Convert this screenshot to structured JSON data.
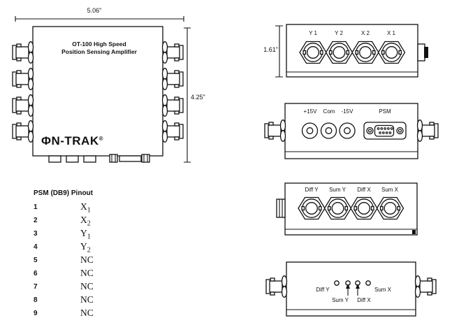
{
  "main_unit": {
    "title_line1": "OT-100 High Speed",
    "title_line2": "Position Sensing Amplifier",
    "logo_text": "ΦN-TRAK",
    "logo_reg": "®",
    "width_dim": "5.06\"",
    "height_dim": "4.25\""
  },
  "panel_inputs": {
    "height_dim": "1.61\"",
    "labels": [
      "Y 1",
      "Y 2",
      "X 2",
      "X 1"
    ]
  },
  "panel_power": {
    "labels": [
      "+15V",
      "Com",
      "-15V",
      "PSM"
    ]
  },
  "panel_outputs": {
    "labels": [
      "Diff Y",
      "Sum Y",
      "Diff X",
      "Sum X"
    ]
  },
  "panel_testpoints": {
    "row1_left": "Diff Y",
    "row1_right": "Sum X",
    "row2_left": "Sum Y",
    "row2_right": "Diff X"
  },
  "pinout": {
    "heading": "PSM (DB9) Pinout",
    "rows": [
      {
        "num": "1",
        "base": "X",
        "sub": "1"
      },
      {
        "num": "2",
        "base": "X",
        "sub": "2"
      },
      {
        "num": "3",
        "base": "Y",
        "sub": "1"
      },
      {
        "num": "4",
        "base": "Y",
        "sub": "2"
      },
      {
        "num": "5",
        "base": "NC",
        "sub": ""
      },
      {
        "num": "6",
        "base": "NC",
        "sub": ""
      },
      {
        "num": "7",
        "base": "NC",
        "sub": ""
      },
      {
        "num": "8",
        "base": "NC",
        "sub": ""
      },
      {
        "num": "9",
        "base": "NC",
        "sub": ""
      }
    ]
  },
  "colors": {
    "line": "#111111",
    "background": "#ffffff"
  }
}
